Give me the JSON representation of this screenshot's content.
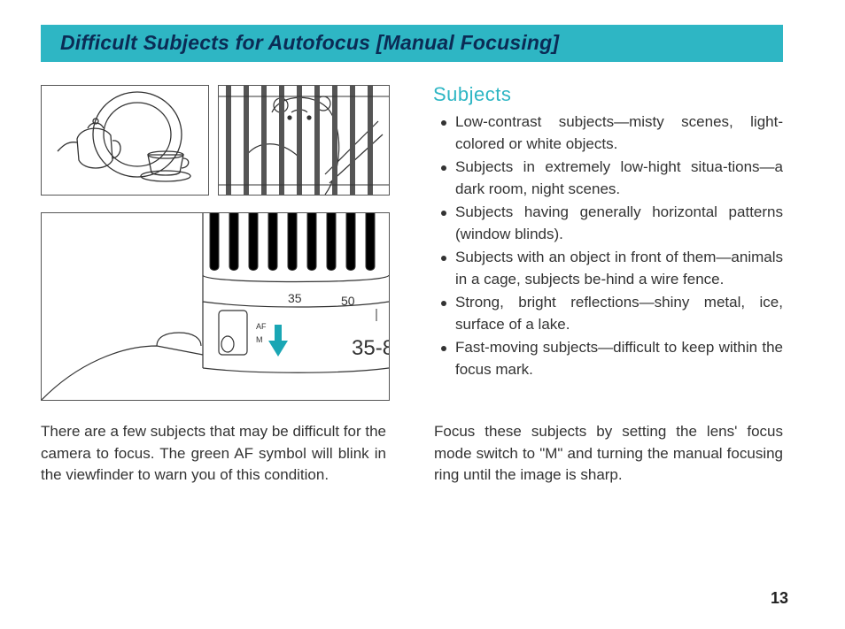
{
  "header": {
    "title": "Difficult Subjects for Autofocus [Manual Focusing]"
  },
  "figures": {
    "lens": {
      "scale_35": "35",
      "scale_50": "50",
      "af_label": "AF",
      "m_label": "M",
      "lens_text": "35-8"
    }
  },
  "left_column": {
    "paragraph": "There are a few subjects that may be difficult for the camera to focus. The green AF symbol will blink in the viewfinder to warn you of this condition."
  },
  "right_column": {
    "heading": "Subjects",
    "bullets": [
      "Low-contrast subjects—misty scenes, light-colored or white objects.",
      "Subjects in extremely low-hight situa-tions—a dark room, night scenes.",
      "Subjects having generally horizontal patterns (window blinds).",
      "Subjects with an object in front of them—animals in a cage, subjects be-hind a wire fence.",
      "Strong, bright reflections—shiny metal, ice, surface of a lake.",
      "Fast-moving subjects—difficult to keep within the focus mark."
    ],
    "paragraph": "Focus these subjects by setting the lens' focus mode switch to \"M\" and turning the manual focusing ring until the image is sharp."
  },
  "footer": {
    "page_number": "13"
  },
  "colors": {
    "accent": "#2eb6c4",
    "title_text": "#0b2b55",
    "arrow": "#1aa6b4"
  }
}
